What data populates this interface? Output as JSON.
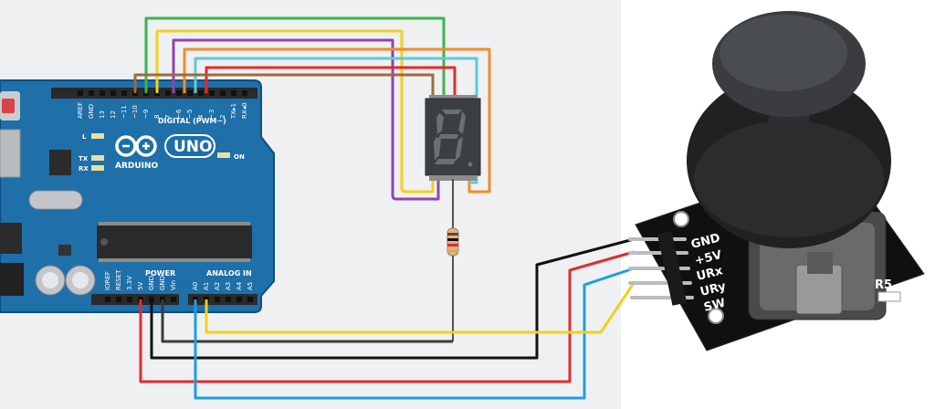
{
  "colors": {
    "background_left": "#eef0f2",
    "board": "#1f6fa8",
    "board_edge": "#0e4f80",
    "header": "#2a2a2a",
    "display": "#3a3f44",
    "segment_off": "#6b7075",
    "joystick_pcb": "#101010",
    "wire_green": "#3bb54a",
    "wire_yellow": "#f4d01c",
    "wire_purple": "#8e44ad",
    "wire_orange": "#f28c28",
    "wire_red": "#e32b2b",
    "wire_cyan": "#5fc9d8",
    "wire_brown": "#9c6b3c",
    "wire_black": "#111111",
    "wire_blue": "#1e9ee0"
  },
  "arduino": {
    "logo_text": "ARDUINO",
    "model": "UNO",
    "digital_label": "DIGITAL (PWM~)",
    "power_label": "POWER",
    "analog_label": "ANALOG IN",
    "on_label": "ON",
    "l_label": "L",
    "tx_label": "TX",
    "rx_label": "RX",
    "digital_pins": [
      "AREF",
      "GND",
      "13",
      "12",
      "~11",
      "~10",
      "~9",
      "8",
      "7",
      "~6",
      "~5",
      "4",
      "~3",
      "2",
      "TX▸1",
      "RX◂0"
    ],
    "power_pins": [
      "IOREF",
      "RESET",
      "3.3V",
      "5V",
      "GND",
      "GND",
      "Vin"
    ],
    "analog_pins": [
      "A0",
      "A1",
      "A2",
      "A3",
      "A4",
      "A5"
    ]
  },
  "joystick": {
    "pins": [
      "GND",
      "+5V",
      "URx",
      "URy",
      "SW"
    ],
    "r5_label": "R5"
  },
  "display": {
    "digit": "8"
  }
}
